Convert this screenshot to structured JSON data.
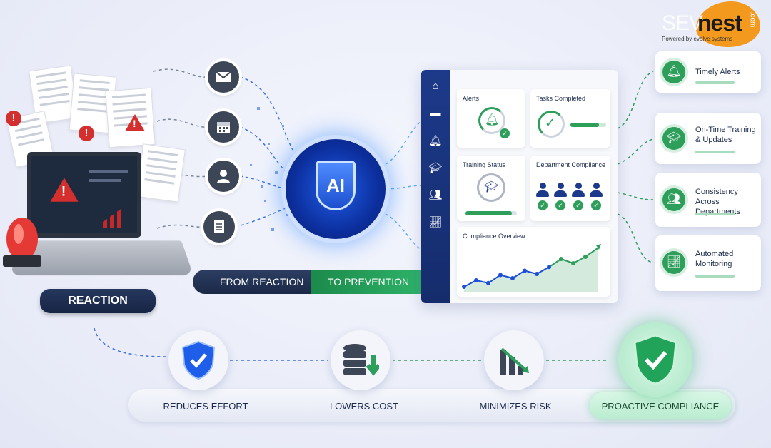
{
  "logo": {
    "brand_light": "SEV",
    "brand_dark": "nest",
    "suffix": ".com",
    "tagline": "Powered by evolve systems"
  },
  "left": {
    "reaction_label": "REACTION"
  },
  "inputs": [
    {
      "icon": "envelope-icon"
    },
    {
      "icon": "calendar-icon"
    },
    {
      "icon": "user-icon"
    },
    {
      "icon": "document-icon"
    }
  ],
  "ai": {
    "label": "AI"
  },
  "banner": {
    "from_label": "FROM REACTION",
    "to_label": "TO PREVENTION"
  },
  "dashboard": {
    "sidebar": [
      "home-icon",
      "minus-icon",
      "bell-icon",
      "graduation-cap-icon",
      "users-icon",
      "chart-icon"
    ],
    "alerts_title": "Alerts",
    "tasks_title": "Tasks Completed",
    "tasks_progress": 0.8,
    "training_title": "Training Status",
    "training_progress": 0.9,
    "department_title": "Department Compliance",
    "overview_title": "Compliance Overview"
  },
  "benefits": [
    {
      "label": "Timely Alerts",
      "icon": "bell-icon"
    },
    {
      "label": "On-Time Training & Updates",
      "icon": "graduation-cap-icon"
    },
    {
      "label": "Consistency Across Departments",
      "icon": "users-icon"
    },
    {
      "label": "Automated Monitoring",
      "icon": "monitor-chart-icon"
    }
  ],
  "outcomes": [
    {
      "label": "REDUCES EFFORT",
      "icon": "shield-check-icon"
    },
    {
      "label": "LOWERS COST",
      "icon": "database-down-icon"
    },
    {
      "label": "MINIMIZES RISK",
      "icon": "chart-down-icon"
    },
    {
      "label": "PROACTIVE COMPLIANCE",
      "icon": "shield-check-icon"
    }
  ],
  "colors": {
    "navy": "#1b2947",
    "green": "#2e9e5b",
    "blue": "#1f5ee8",
    "alert_red": "#d32f2f",
    "logo_orange": "#f39a1e"
  }
}
